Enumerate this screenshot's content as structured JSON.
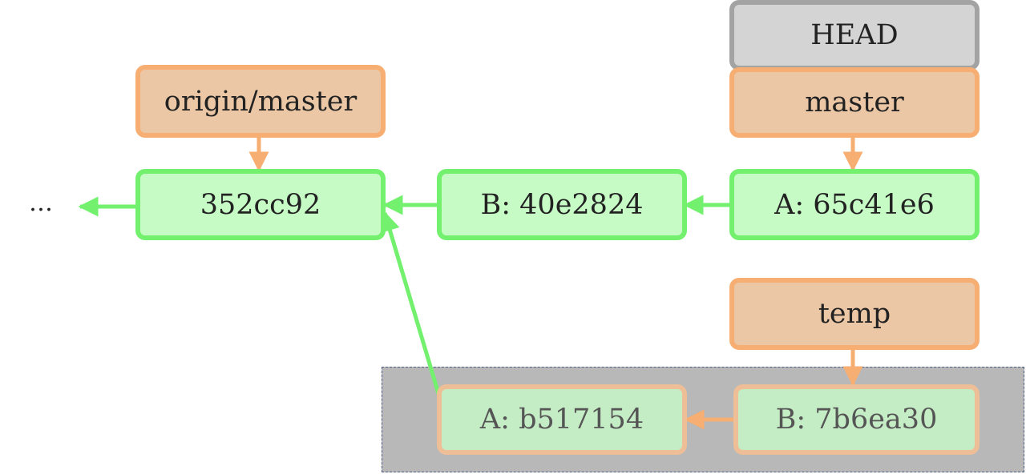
{
  "ellipsis": "…",
  "commits": {
    "c352": "352cc92",
    "b40e": "B: 40e2824",
    "a65c": "A: 65c41e6",
    "ab517": "A: b517154",
    "b7b6": "B: 7b6ea30"
  },
  "refs": {
    "head": "HEAD",
    "master": "master",
    "origin_master": "origin/master",
    "temp": "temp"
  },
  "colors": {
    "commit_fill": "#c6fbc6",
    "commit_border": "#72f06e",
    "branch_fill": "#ebc7a5",
    "branch_border": "#f7ae72",
    "head_fill": "#d4d4d4",
    "head_border": "#a3a3a3",
    "orphan_area": "#b8b8b8"
  }
}
